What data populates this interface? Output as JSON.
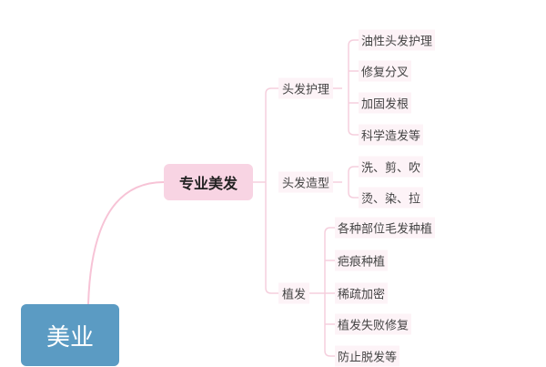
{
  "root": {
    "label": "美业"
  },
  "main": {
    "label": "专业美发"
  },
  "branches": [
    {
      "label": "头发护理",
      "leaves": [
        "油性头发护理",
        "修复分叉",
        "加固发根",
        "科学造发等"
      ]
    },
    {
      "label": "头发造型",
      "leaves": [
        "洗、剪、吹",
        "烫、染、拉"
      ]
    },
    {
      "label": "植发",
      "leaves": [
        "各种部位毛发种植",
        "疤痕种植",
        "稀疏加密",
        "植发失败修复",
        "防止脱发等"
      ]
    }
  ],
  "colors": {
    "root": "#5b9bc3",
    "main": "#f8d4e3",
    "line": "#f5c6d8"
  }
}
